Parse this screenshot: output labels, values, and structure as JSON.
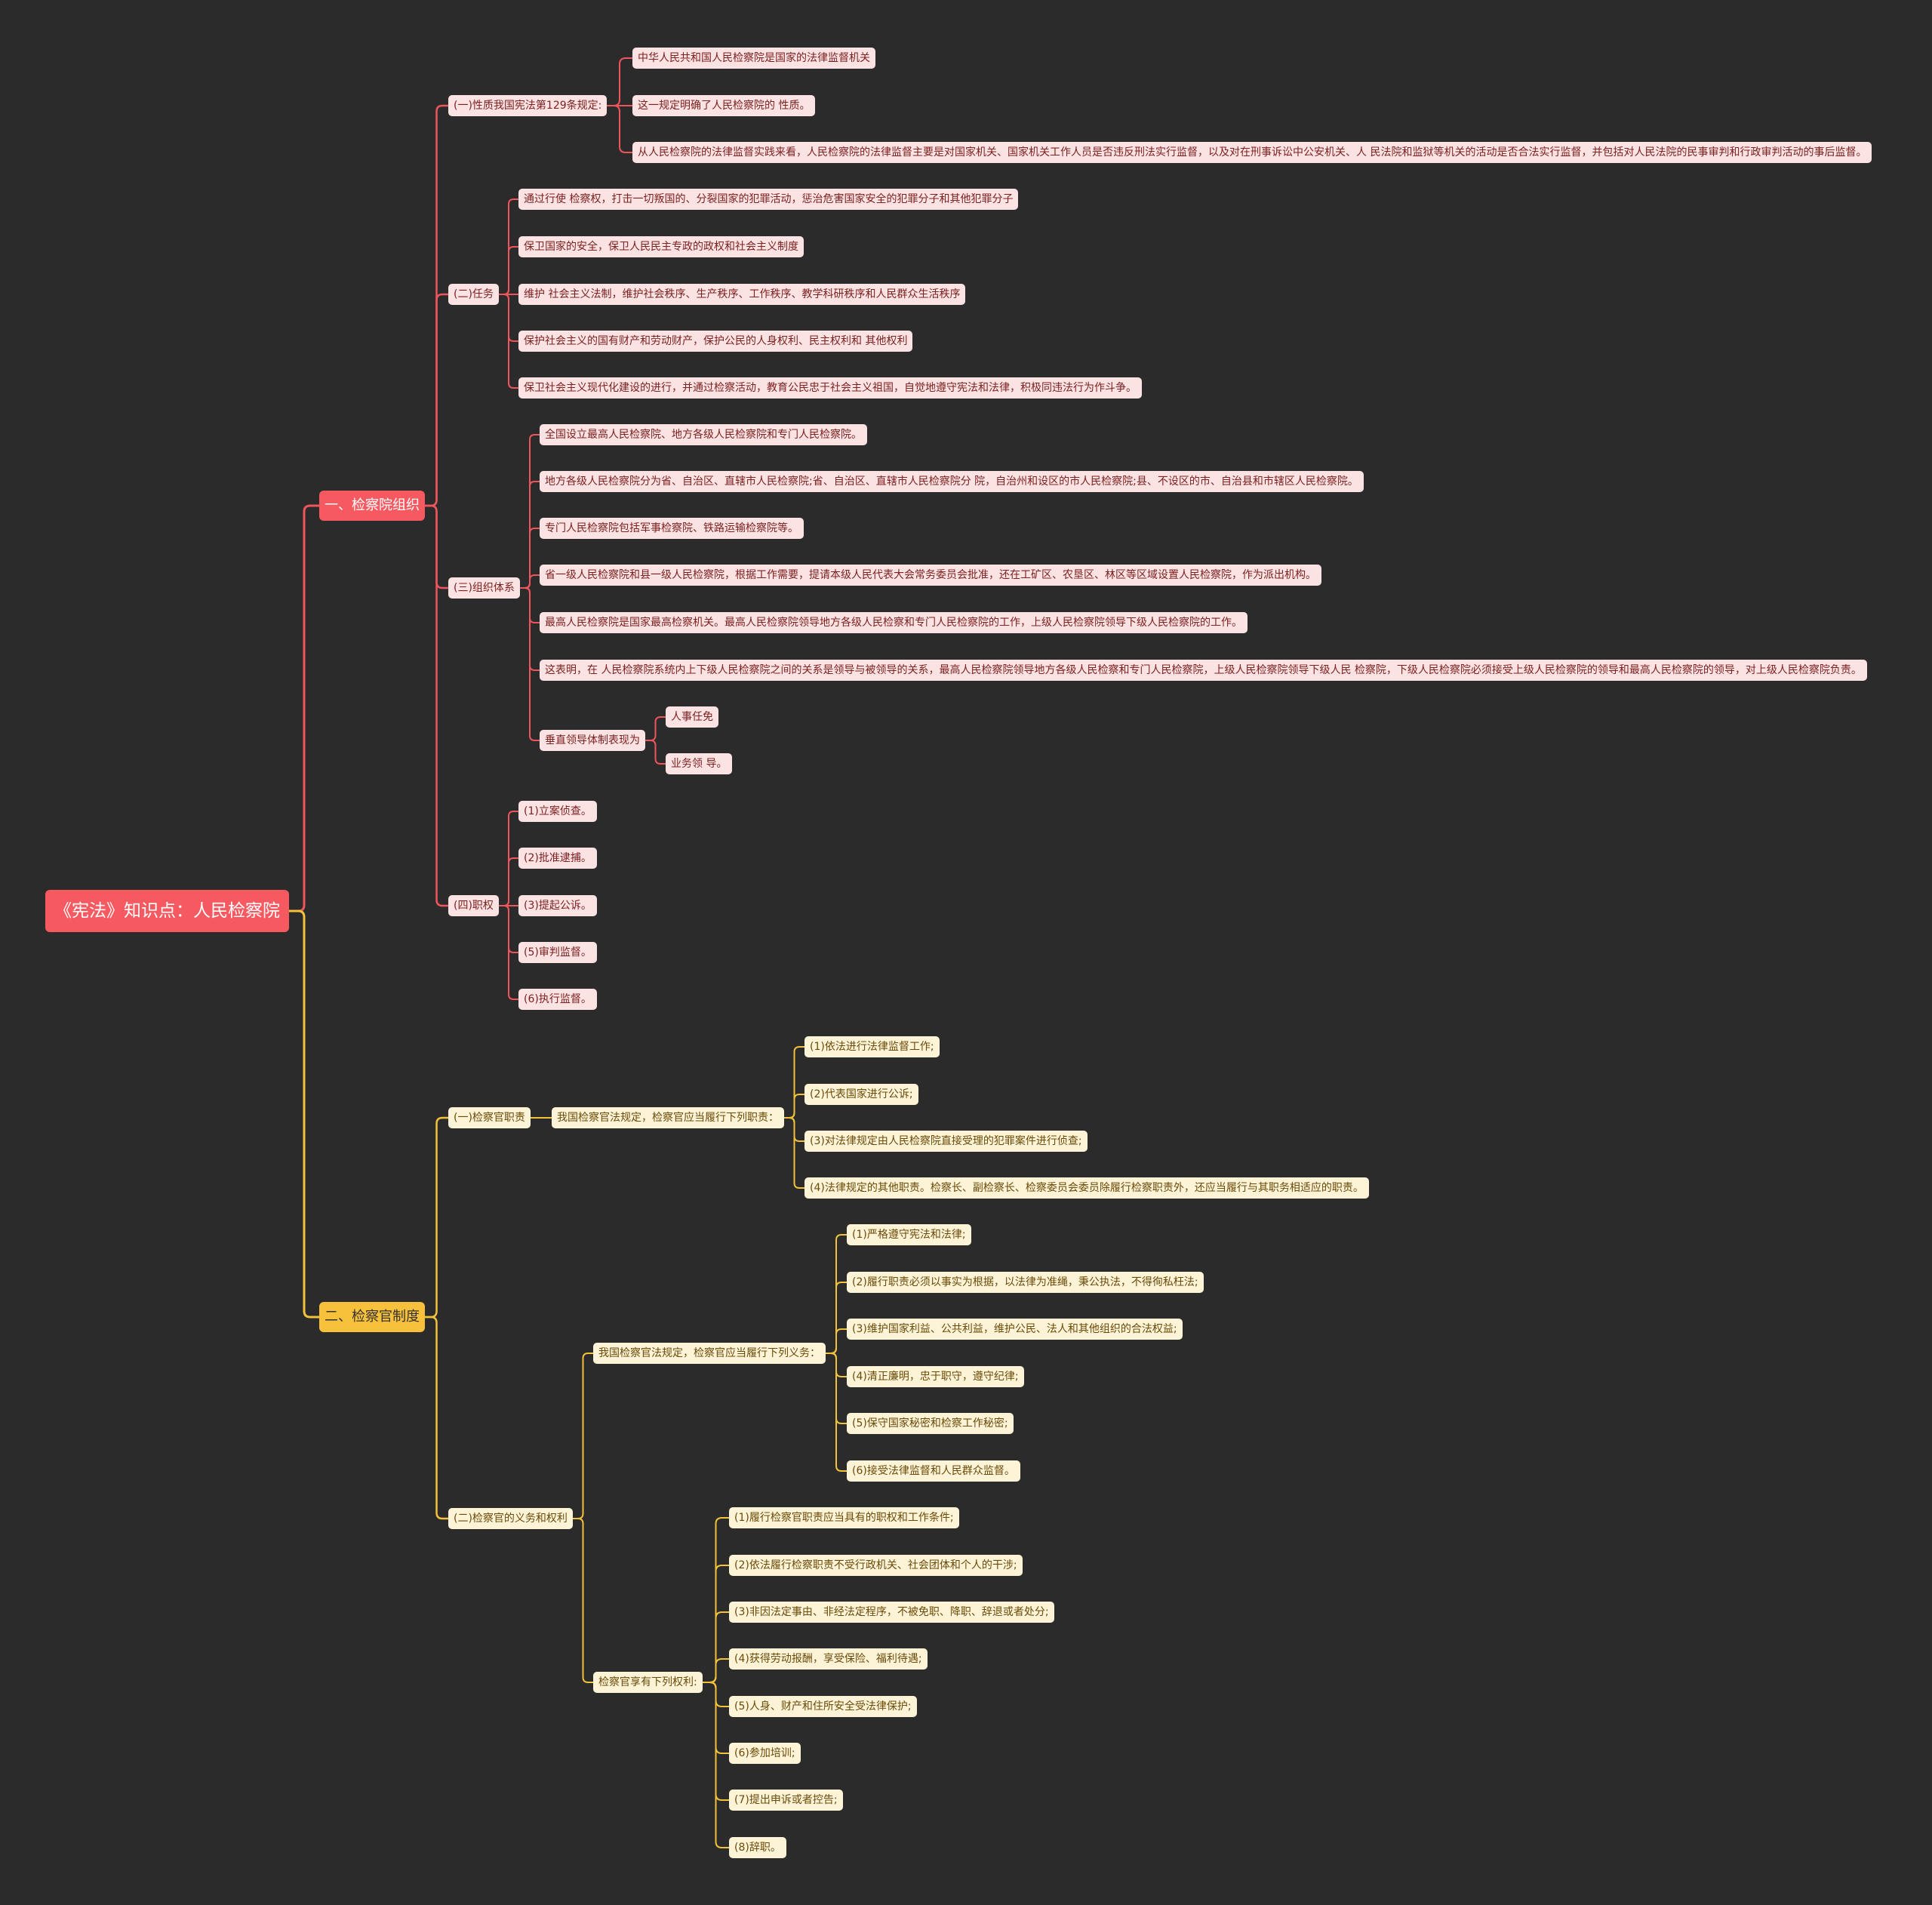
{
  "colors": {
    "background": "#2b2b2b",
    "red_line": "#f0555c",
    "yellow_line": "#f2c23a"
  },
  "root": "《宪法》知识点：人民检察院",
  "branch1": {
    "label": "一、检察院组织",
    "sec1": {
      "label": "(一)性质我国宪法第129条规定:",
      "items": [
        "中华人民共和国人民检察院是国家的法律监督机关",
        "这一规定明确了人民检察院的 性质。",
        "从人民检察院的法律监督实践来看，人民检察院的法律监督主要是对国家机关、国家机关工作人员是否违反刑法实行监督，以及对在刑事诉讼中公安机关、人 民法院和监狱等机关的活动是否合法实行监督，并包括对人民法院的民事审判和行政审判活动的事后监督。"
      ]
    },
    "sec2": {
      "label": "(二)任务",
      "items": [
        "通过行使 检察权，打击一切叛国的、分裂国家的犯罪活动，惩治危害国家安全的犯罪分子和其他犯罪分子",
        "保卫国家的安全，保卫人民民主专政的政权和社会主义制度",
        "维护 社会主义法制，维护社会秩序、生产秩序、工作秩序、教学科研秩序和人民群众生活秩序",
        "保护社会主义的国有财产和劳动财产，保护公民的人身权利、民主权利和 其他权利",
        "保卫社会主义现代化建设的进行，并通过检察活动，教育公民忠于社会主义祖国，自觉地遵守宪法和法律，积极同违法行为作斗争。"
      ]
    },
    "sec3": {
      "label": "(三)组织体系",
      "items": [
        "全国设立最高人民检察院、地方各级人民检察院和专门人民检察院。",
        "地方各级人民检察院分为省、自治区、直辖市人民检察院;省、自治区、直辖市人民检察院分 院，自治州和设区的市人民检察院;县、不设区的市、自治县和市辖区人民检察院。",
        "专门人民检察院包括军事检察院、铁路运输检察院等。",
        "省一级人民检察院和县一级人民检察院，根据工作需要，提请本级人民代表大会常务委员会批准，还在工矿区、农垦区、林区等区域设置人民检察院，作为派出机构。",
        "最高人民检察院是国家最高检察机关。最高人民检察院领导地方各级人民检察和专门人民检察院的工作，上级人民检察院领导下级人民检察院的工作。",
        "这表明，在 人民检察院系统内上下级人民检察院之间的关系是领导与被领导的关系，最高人民检察院领导地方各级人民检察和专门人民检察院，上级人民检察院领导下级人民 检察院，下级人民检察院必须接受上级人民检察院的领导和最高人民检察院的领导，对上级人民检察院负责。"
      ],
      "vertical": {
        "label": "垂直领导体制表现为",
        "items": [
          "人事任免",
          "业务领 导。"
        ]
      }
    },
    "sec4": {
      "label": "(四)职权",
      "items": [
        "(1)立案侦查。",
        "(2)批准逮捕。",
        "(3)提起公诉。",
        "(5)审判监督。",
        "(6)执行监督。"
      ]
    }
  },
  "branch2": {
    "label": "二、检察官制度",
    "sec1": {
      "label": "(一)检察官职责",
      "mid": "我国检察官法规定，检察官应当履行下列职责：",
      "items": [
        "(1)依法进行法律监督工作;",
        "(2)代表国家进行公诉;",
        "(3)对法律规定由人民检察院直接受理的犯罪案件进行侦查;",
        "(4)法律规定的其他职责。检察长、副检察长、检察委员会委员除履行检察职责外，还应当履行与其职务相适应的职责。"
      ]
    },
    "sec2": {
      "label": "(二)检察官的义务和权利",
      "duties": {
        "label": "我国检察官法规定，检察官应当履行下列义务：",
        "items": [
          "(1)严格遵守宪法和法律;",
          "(2)履行职责必须以事实为根据，以法律为准绳，秉公执法，不得徇私枉法;",
          "(3)维护国家利益、公共利益，维护公民、法人和其他组织的合法权益;",
          "(4)清正廉明，忠于职守，遵守纪律;",
          "(5)保守国家秘密和检察工作秘密;",
          "(6)接受法律监督和人民群众监督。"
        ]
      },
      "rights": {
        "label": "检察官享有下列权利:",
        "items": [
          "(1)履行检察官职责应当具有的职权和工作条件;",
          "(2)依法履行检察职责不受行政机关、社会团体和个人的干涉;",
          "(3)非因法定事由、非经法定程序，不被免职、降职、辞退或者处分;",
          "(4)获得劳动报酬，享受保险、福利待遇;",
          "(5)人身、财产和住所安全受法律保护;",
          "(6)参加培训;",
          "(7)提出申诉或者控告;",
          "(8)辞职。"
        ]
      }
    }
  }
}
